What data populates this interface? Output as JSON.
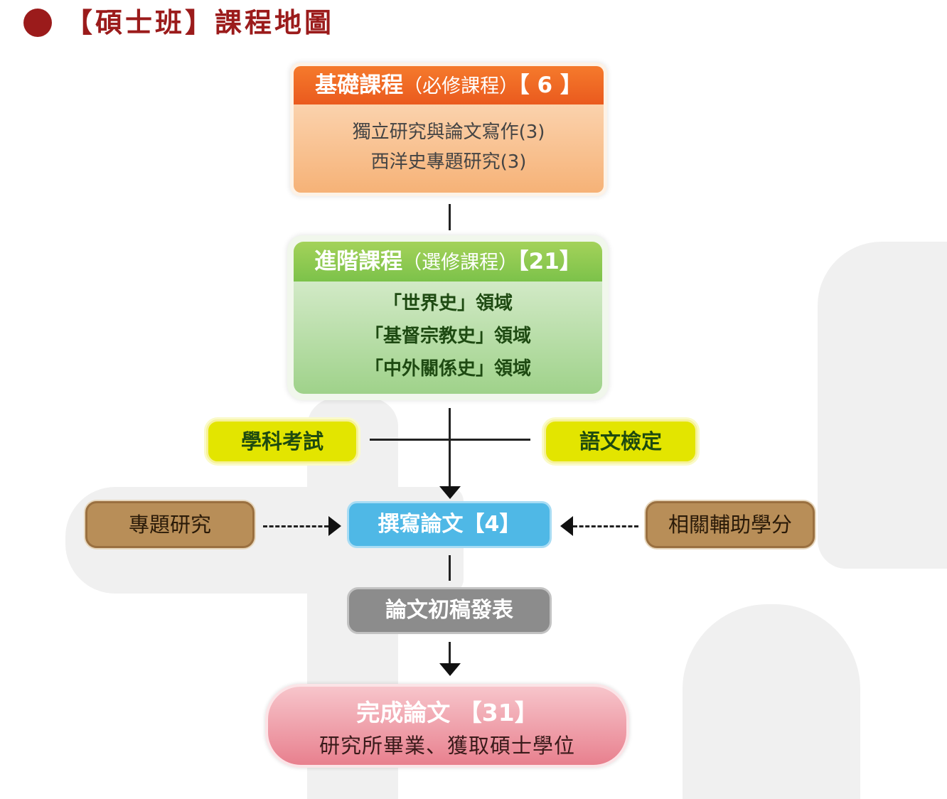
{
  "header": {
    "title": "【碩士班】課程地圖"
  },
  "basic": {
    "title": "基礎課程",
    "subtitle": "（必修課程）",
    "credits": "【 6 】",
    "items": [
      "獨立研究與論文寫作(3)",
      "西洋史專題研究(3)"
    ]
  },
  "advanced": {
    "title": "進階課程",
    "subtitle": "（選修課程）",
    "credits": "【21】",
    "items": [
      "「世界史」領域",
      "「基督宗教史」領域",
      "「中外關係史」領域"
    ]
  },
  "exam": {
    "label": "學科考試"
  },
  "language": {
    "label": "語文檢定"
  },
  "research": {
    "label": "專題研究"
  },
  "thesis": {
    "label": "撰寫論文【4】"
  },
  "aux": {
    "label": "相關輔助學分"
  },
  "draft": {
    "label": "論文初稿發表"
  },
  "finish": {
    "title": "完成論文 【31】",
    "subtitle": "研究所畢業、獲取碩士學位"
  },
  "colors": {
    "title_red": "#9b1b1b",
    "basic_orange": "#ea5a1e",
    "advanced_green": "#7cc24a",
    "exam_yellow": "#e3e500",
    "brown": "#b88e58",
    "thesis_blue": "#4fb8e6",
    "draft_gray": "#8c8c8c",
    "finish_pink": "#e8808e"
  }
}
